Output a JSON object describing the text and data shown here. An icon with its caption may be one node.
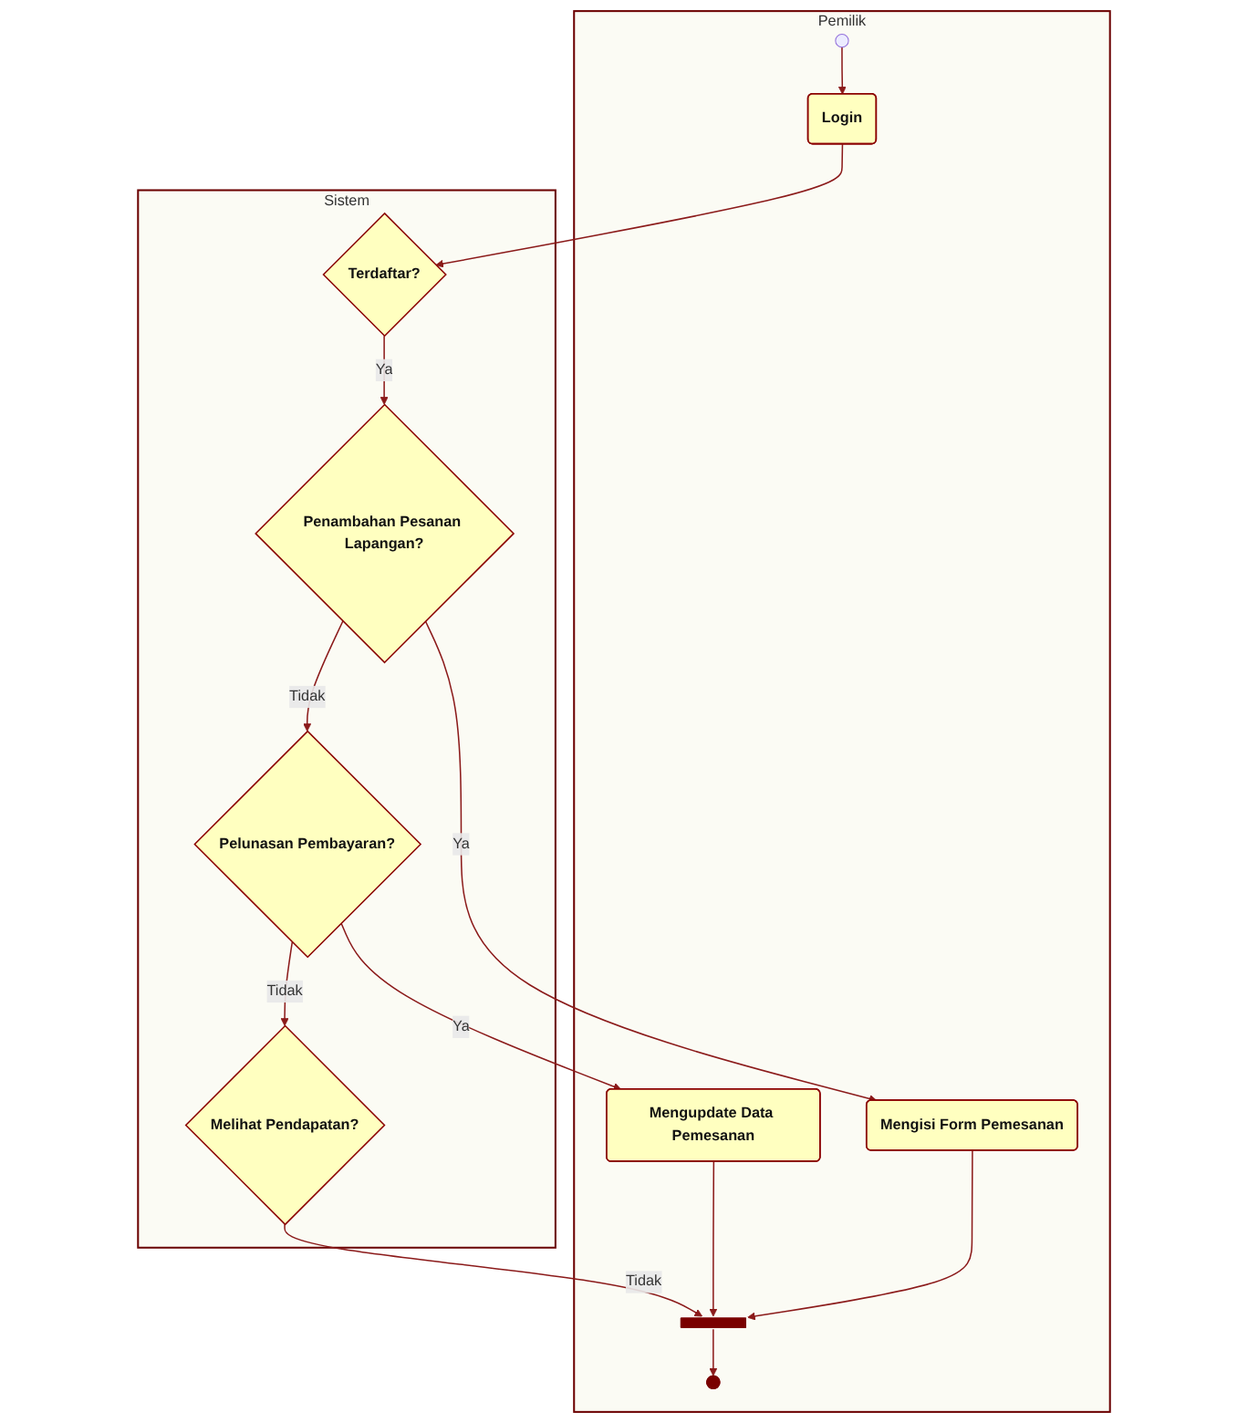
{
  "diagram": {
    "nodes": [
      {
        "text": [
          "Pemilik"
        ]
      },
      {
        "text": [],
        "shape": "circle",
        "in": 0
      },
      {
        "text": [
          "Login"
        ],
        "in": 0
      },
      {
        "text": [
          "Mengisi Form Pemesanan"
        ],
        "in": 0
      },
      {
        "text": [
          "Mengupdate Data Pemesanan"
        ],
        "in": 0
      },
      {
        "text": [],
        "shape": "bar",
        "in": 0
      },
      {
        "text": [],
        "shape": "circle",
        "in": 0
      },
      {
        "text": [
          "Sistem"
        ]
      },
      {
        "text": [
          "Terdaftar?"
        ],
        "in": 7
      },
      {
        "text": [
          "Penambahan Pesanan Lapangan?"
        ],
        "in": 7
      },
      {
        "text": [
          "Pelunasan Pembayaran?"
        ],
        "in": 7
      },
      {
        "text": [
          "Melihat Pendapatan?"
        ],
        "in": 7
      }
    ],
    "edges": [
      {
        "from": 1,
        "to": 2,
        "arrow": "to"
      },
      {
        "from": 2,
        "to": 8,
        "arrow": "to"
      },
      {
        "from": 8,
        "to": 9,
        "arrow": "to",
        "label": "Ya"
      },
      {
        "from": 9,
        "to": 3,
        "arrow": "to",
        "label": "Ya"
      },
      {
        "from": 9,
        "to": 10,
        "arrow": "to",
        "label": "Tidak"
      },
      {
        "from": 10,
        "to": 4,
        "arrow": "to",
        "label": "Ya"
      },
      {
        "from": 10,
        "to": 11,
        "arrow": "to",
        "label": "Tidak"
      },
      {
        "from": 11,
        "to": 5,
        "arrow": "to",
        "label": "Tidak"
      },
      {
        "from": 3,
        "to": 5,
        "arrow": "to"
      },
      {
        "from": 4,
        "to": 5,
        "arrow": "to"
      },
      {
        "from": 5,
        "to": 6,
        "arrow": "to"
      }
    ]
  }
}
